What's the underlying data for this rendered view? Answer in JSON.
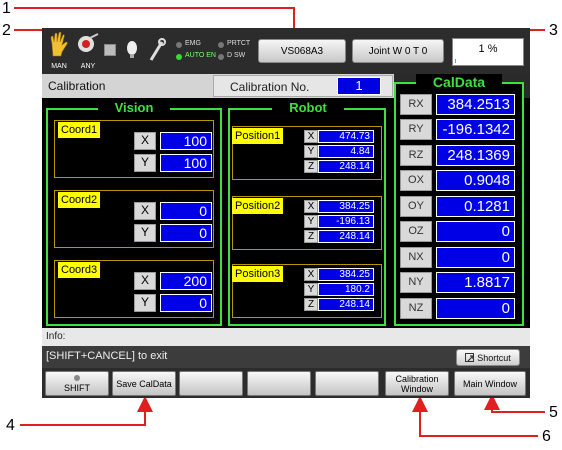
{
  "callouts": [
    "1",
    "2",
    "3",
    "4",
    "5",
    "6"
  ],
  "topbar": {
    "mode_labels": {
      "man": "MAN",
      "any": "ANY"
    },
    "leds": {
      "emg": "EMG",
      "prtct": "PRTCT",
      "auto_en": "AUTO EN",
      "dsw": "D SW"
    },
    "robot_button": "VS068A3",
    "joint_button": "Joint  W 0 T 0",
    "progress_text": "1 %",
    "progress_value": 0.01
  },
  "title": "Calibration",
  "calibration_no": {
    "label": "Calibration No.",
    "value": "1"
  },
  "vision": {
    "title": "Vision",
    "coords": [
      {
        "label": "Coord1",
        "x_label": "X",
        "x": "100",
        "y_label": "Y",
        "y": "100"
      },
      {
        "label": "Coord2",
        "x_label": "X",
        "x": "0",
        "y_label": "Y",
        "y": "0"
      },
      {
        "label": "Coord3",
        "x_label": "X",
        "x": "200",
        "y_label": "Y",
        "y": "0"
      }
    ]
  },
  "robot": {
    "title": "Robot",
    "positions": [
      {
        "label": "Position1",
        "x": "474.73",
        "y": "4.84",
        "z": "248.14"
      },
      {
        "label": "Position2",
        "x": "384.25",
        "y": "-196.13",
        "z": "248.14"
      },
      {
        "label": "Position3",
        "x": "384.25",
        "y": "180.2",
        "z": "248.14"
      }
    ],
    "axis_labels": [
      "X",
      "Y",
      "Z"
    ]
  },
  "caldata": {
    "title": "CalData",
    "rows": [
      {
        "label": "RX",
        "value": "384.2513"
      },
      {
        "label": "RY",
        "value": "-196.1342"
      },
      {
        "label": "RZ",
        "value": "248.1369"
      },
      {
        "label": "OX",
        "value": "0.9048"
      },
      {
        "label": "OY",
        "value": "0.1281"
      },
      {
        "label": "OZ",
        "value": "0"
      },
      {
        "label": "NX",
        "value": "0"
      },
      {
        "label": "NY",
        "value": "1.8817"
      },
      {
        "label": "NZ",
        "value": "0"
      }
    ]
  },
  "info_label": "Info:",
  "message": "[SHIFT+CANCEL] to exit",
  "shortcut": "Shortcut",
  "fkeys": {
    "shift": "SHIFT",
    "save_caldata": "Save CalData",
    "calibration_window_1": "Calibration",
    "calibration_window_2": "Window",
    "main_window": "Main Window"
  },
  "colors": {
    "accent_green": "#3ee03e",
    "value_blue": "#0000e6",
    "label_yellow": "#ffff00",
    "callout_red": "#e02020"
  }
}
